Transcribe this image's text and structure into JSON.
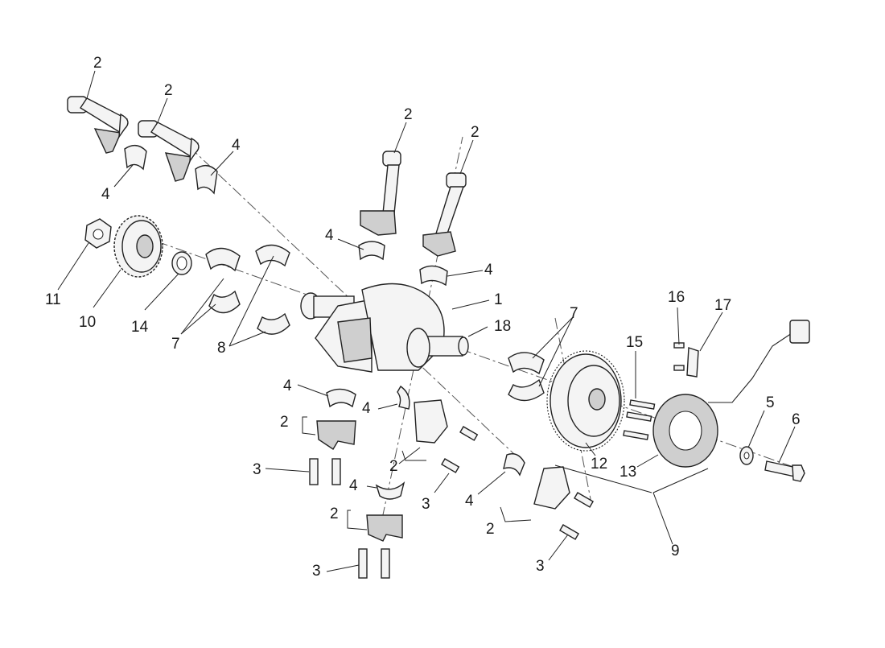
{
  "callouts": [
    {
      "id": "c2a",
      "text": "2"
    },
    {
      "id": "c2b",
      "text": "2"
    },
    {
      "id": "c2c",
      "text": "2"
    },
    {
      "id": "c2d",
      "text": "2"
    },
    {
      "id": "c4a",
      "text": "4"
    },
    {
      "id": "c4b",
      "text": "4"
    },
    {
      "id": "c4c",
      "text": "4"
    },
    {
      "id": "c4d",
      "text": "4"
    },
    {
      "id": "c11",
      "text": "11"
    },
    {
      "id": "c10",
      "text": "10"
    },
    {
      "id": "c14",
      "text": "14"
    },
    {
      "id": "c7a",
      "text": "7"
    },
    {
      "id": "c8",
      "text": "8"
    },
    {
      "id": "c1",
      "text": "1"
    },
    {
      "id": "c18",
      "text": "18"
    },
    {
      "id": "c7b",
      "text": "7"
    },
    {
      "id": "c16",
      "text": "16"
    },
    {
      "id": "c17",
      "text": "17"
    },
    {
      "id": "c15",
      "text": "15"
    },
    {
      "id": "c4e",
      "text": "4"
    },
    {
      "id": "c4f",
      "text": "4"
    },
    {
      "id": "c2e",
      "text": "2"
    },
    {
      "id": "c3a",
      "text": "3"
    },
    {
      "id": "c2f",
      "text": "2"
    },
    {
      "id": "c3b",
      "text": "3"
    },
    {
      "id": "c4g",
      "text": "4"
    },
    {
      "id": "c2g",
      "text": "2"
    },
    {
      "id": "c3c",
      "text": "3"
    },
    {
      "id": "c4h",
      "text": "4"
    },
    {
      "id": "c2h",
      "text": "2"
    },
    {
      "id": "c3d",
      "text": "3"
    },
    {
      "id": "c12",
      "text": "12"
    },
    {
      "id": "c13",
      "text": "13"
    },
    {
      "id": "c9",
      "text": "9"
    },
    {
      "id": "c5",
      "text": "5"
    },
    {
      "id": "c6",
      "text": "6"
    }
  ]
}
